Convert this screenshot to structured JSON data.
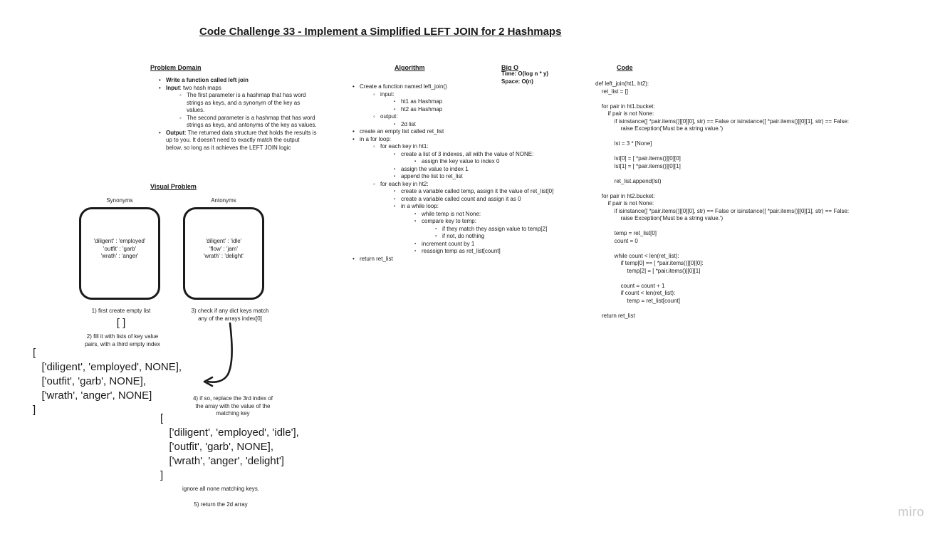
{
  "title": "Code Challenge 33 - Implement a Simplified LEFT JOIN for 2 Hashmaps",
  "problem_domain": {
    "heading": "Problem Domain",
    "items": [
      {
        "bold": "Write a function called left join",
        "text": ""
      },
      {
        "bold": "Input",
        "text": ": two hash maps",
        "children": [
          "The first parameter is a hashmap that has word strings as keys, and a synonym of the key as values.",
          "The second parameter is a hashmap that has word strings as keys, and antonyms of the key as values."
        ]
      },
      {
        "bold": "Output",
        "text": ": The returned data structure that holds the results is up to you. It doesn't need to exactly match the output below, so long as it achieves the LEFT JOIN logic"
      }
    ]
  },
  "algorithm": {
    "heading": "Algorithm",
    "lines": {
      "l1": "Create a function named left_join()",
      "l2": "input:",
      "l3": "ht1 as Hashmap",
      "l4": "ht2 as Hashmap",
      "l5": "output:",
      "l6": "2d list",
      "l7": "create an empty list called ret_list",
      "l8": "in a for loop:",
      "l9": "for each key in ht1:",
      "l10": "create a list of 3 indexes, all with the value of NONE:",
      "l11": "assign the key value to index 0",
      "l12": "assign the value to index 1",
      "l13": "append the list to ret_list",
      "l14": "for each key in ht2:",
      "l15": "create a variable called temp, assign it the value of ret_list[0]",
      "l16": "create a variable called count and assign it as 0",
      "l17": "in a while loop:",
      "l18": "while temp is not None:",
      "l19": "compare key to temp:",
      "l20": "if they match they assign value to temp[2]",
      "l21": "if not, do nothing",
      "l22": "increment count by 1",
      "l23": "reassign temp as ret_list[count]",
      "l24": "return ret_list"
    }
  },
  "big_o": {
    "heading": "Big O",
    "time": "Time: O(log n * y)",
    "space": "Space: O(n)"
  },
  "code": {
    "heading": "Code",
    "text": "def left_join(ht1, ht2):\n    ret_list = []\n\n    for pair in ht1.bucket:\n        if pair is not None:\n            if isinstance([ *pair.items()][0][0], str) == False or isinstance([ *pair.items()][0][1], str) == False:\n                raise Exception('Must be a string value.')\n\n            lst = 3 * [None]\n\n            lst[0] = [ *pair.items()][0][0]\n            lst[1] = [ *pair.items()][0][1]\n\n            ret_list.append(lst)\n\n    for pair in ht2.bucket:\n        if pair is not None:\n            if isinstance([ *pair.items()][0][0], str) == False or isinstance([ *pair.items()][0][1], str) == False:\n                raise Exception('Must be a string value.')\n\n            temp = ret_list[0]\n            count = 0\n\n            while count < len(ret_list):\n                if temp[0] == [ *pair.items()][0][0]:\n                    temp[2] = [ *pair.items()][0][1]\n\n                count = count + 1\n                if count < len(ret_list):\n                    temp = ret_list[count]\n\n    return ret_list"
  },
  "visual": {
    "heading": "Visual Problem",
    "synonyms_label": "Synonyms",
    "antonyms_label": "Antonyms",
    "synonyms_text": "'diligent' : 'employed'\n'outfit' : 'garb'\n'wrath' : 'anger'",
    "antonyms_text": "'diligent' : 'idle'\n'flow' : 'jam'\n'wrath' : 'delight'",
    "step1": "1) first create empty list",
    "empty_list": "[ ]",
    "step2": "2) fill it with lists of key value\npairs, with a third empty index",
    "list1": "[\n   ['diligent', 'employed', NONE],\n   ['outfit', 'garb', NONE],\n   ['wrath', 'anger', NONE]\n]",
    "step3": "3) check if any dict keys match\nany of the arrays index[0]",
    "step4": "4) if so, replace the 3rd index of\nthe array with the value of the\nmatching key",
    "list2": "[\n   ['diligent', 'employed', 'idle'],\n   ['outfit', 'garb', NONE],\n   ['wrath', 'anger', 'delight']\n]",
    "ignore": "ignore all none matching keys.",
    "step5": "5) return the 2d array"
  },
  "watermark": "miro"
}
